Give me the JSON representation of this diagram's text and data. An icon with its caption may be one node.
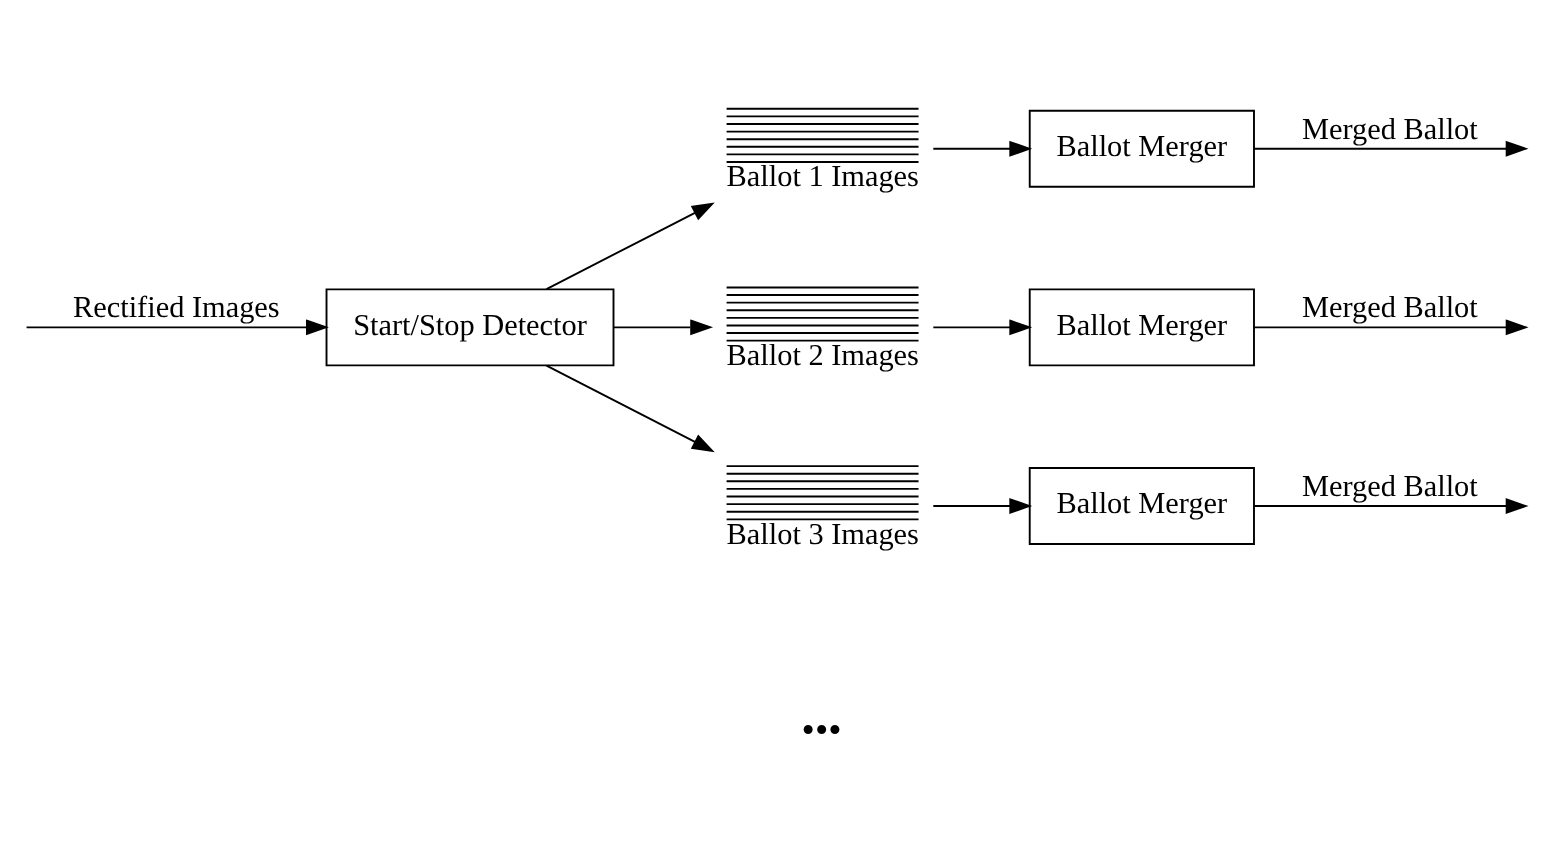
{
  "diagram": {
    "nodes": [
      {
        "text": [
          "Start/Stop Detector"
        ]
      },
      {
        "text": [
          "Ballot 1 Images"
        ]
      },
      {
        "text": [
          "Ballot Merger"
        ]
      },
      {
        "text": [
          "Ballot 2 Images"
        ]
      },
      {
        "text": [
          "Ballot Merger"
        ]
      },
      {
        "text": [
          "Ballot 3 Images"
        ]
      },
      {
        "text": [
          "Ballot Merger"
        ]
      }
    ],
    "edges": [
      {
        "from": null,
        "to": 0,
        "arrow": "to",
        "label": "Rectified Images"
      },
      {
        "from": 0,
        "to": 1,
        "arrow": "to"
      },
      {
        "from": 0,
        "to": 3,
        "arrow": "to"
      },
      {
        "from": 0,
        "to": 5,
        "arrow": "to"
      },
      {
        "from": 1,
        "to": 2,
        "arrow": "to"
      },
      {
        "from": 3,
        "to": 4,
        "arrow": "to"
      },
      {
        "from": 5,
        "to": 6,
        "arrow": "to"
      },
      {
        "from": 2,
        "to": null,
        "arrow": "to",
        "label": "Merged Ballot"
      },
      {
        "from": 4,
        "to": null,
        "arrow": "to",
        "label": "Merged Ballot"
      },
      {
        "from": 6,
        "to": null,
        "arrow": "to",
        "label": "Merged Ballot"
      }
    ],
    "labels": [
      "•••"
    ]
  }
}
